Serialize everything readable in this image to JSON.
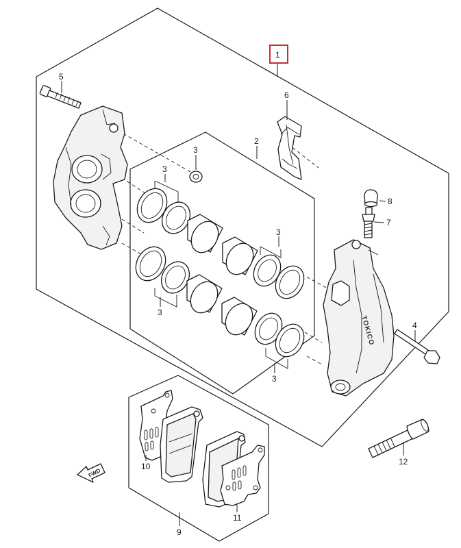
{
  "diagram": {
    "callouts": {
      "assembly": "1",
      "piston_set": "2",
      "seal_top_right": "3",
      "seal_left_upper": "3",
      "seal_left_lower": "3",
      "seal_right_upper": "3",
      "seal_right_lower": "3",
      "bolt_long": "4",
      "bolt_top": "5",
      "pad_spring": "6",
      "bleeder_valve": "7",
      "bleeder_cap": "8",
      "pad_set": "9",
      "shim_left": "10",
      "shim_right": "11",
      "mounting_bolt": "12"
    },
    "caliper_brand": "TOKICO",
    "fwd_label": "FWD",
    "highlight_color": "#c0151f",
    "line_color": "#1a1a1a"
  }
}
